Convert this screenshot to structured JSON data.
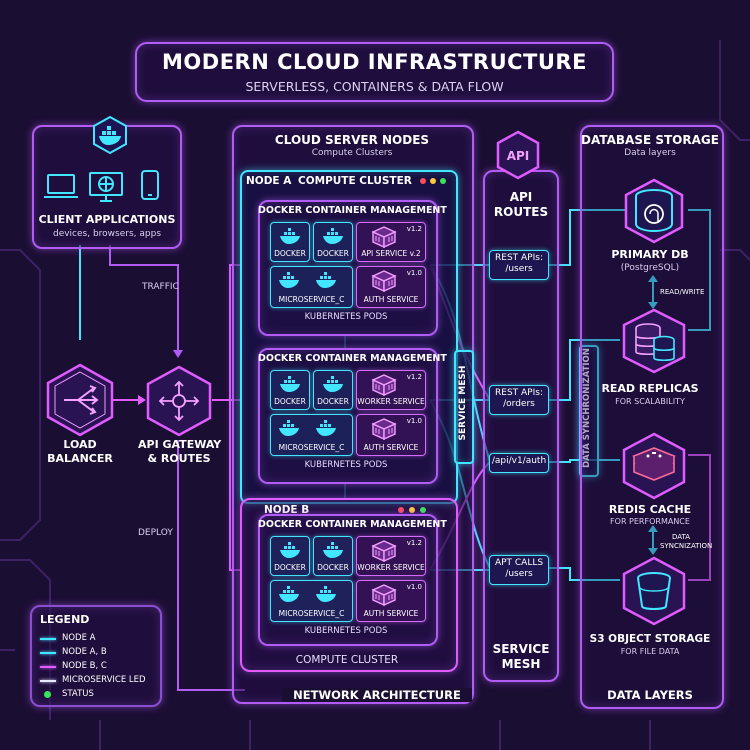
{
  "title": {
    "main": "MODERN CLOUD INFRASTRUCTURE",
    "sub": "SERVERLESS, CONTAINERS & DATA FLOW"
  },
  "client": {
    "title": "CLIENT APPLICATIONS",
    "sub": "devices, browsers, apps"
  },
  "edges": {
    "traffic": "TRAFFIC",
    "deploy": "DEPLOY",
    "read_write": "READ/WRITE",
    "data_sync": "DATA SYNCHRONIZATION",
    "data_sync_small_1": "DATA",
    "data_sync_small_2": "SYNCNIZATION",
    "service_mesh_vertical": "SERVICE MESH"
  },
  "load_balancer": {
    "line1": "LOAD",
    "line2": "BALANCER"
  },
  "api_gateway": {
    "line1": "API GATEWAY",
    "line2": "& ROUTES"
  },
  "cloud_nodes": {
    "title": "CLOUD SERVER NODES",
    "sub": "Compute Clusters",
    "footer": "NETWORK ARCHITECTURE"
  },
  "node_a": {
    "label": "NODE A",
    "cluster": "COMPUTE CLUSTER"
  },
  "node_b": {
    "label": "NODE B",
    "cluster": "COMPUTE CLUSTER"
  },
  "groups": [
    {
      "title": "DOCKER CONTAINER MANAGEMENT",
      "docker1": "DOCKER",
      "docker2": "DOCKER",
      "service_top": "API SERVICE v.2",
      "version_top": "v1.2",
      "micro": "MICROSERVICE_C",
      "service_bottom": "AUTH SERVICE",
      "version_bottom": "v1.0",
      "pods": "KUBERNETES PODS"
    },
    {
      "title": "DOCKER CONTAINER MANAGEMENT",
      "docker1": "DOCKER",
      "docker2": "DOCKER",
      "service_top": "WORKER SERVICE",
      "version_top": "v1.2",
      "micro": "MICROSERVICE_C",
      "service_bottom": "AUTH SERVICE",
      "version_bottom": "v1.0",
      "pods": "KUBERNETES PODS"
    },
    {
      "title": "DOCKER CONTAINER MANAGEMENT",
      "docker1": "DOCKER",
      "docker2": "DOCKER",
      "service_top": "WORKER SERVICE",
      "version_top": "v1.2",
      "micro": "MICROSERVICE_C",
      "service_bottom": "AUTH SERVICE",
      "version_bottom": "v1.0",
      "pods": "KUBERNETES PODS"
    }
  ],
  "api_routes": {
    "badge": "API",
    "title1": "API",
    "title2": "ROUTES",
    "footer1": "SERVICE",
    "footer2": "MESH",
    "routes": [
      {
        "line1": "REST APIs:",
        "line2": "/users"
      },
      {
        "line1": "REST APIs:",
        "line2": "/orders"
      },
      {
        "line1": "/api/v1/auth",
        "line2": ""
      },
      {
        "line1": "APT CALLS",
        "line2": "/users"
      }
    ]
  },
  "database": {
    "title": "DATABASE STORAGE",
    "sub": "Data layers",
    "footer": "DATA LAYERS",
    "primary": {
      "name": "PRIMARY DB",
      "sub": "(PostgreSQL)"
    },
    "replicas": {
      "name": "READ REPLICAS",
      "sub": "FOR SCALABILITY"
    },
    "redis": {
      "name": "REDIS CACHE",
      "sub": "FOR PERFORMANCE"
    },
    "s3": {
      "name": "S3 OBJECT STORAGE",
      "sub": "FOR FILE DATA"
    }
  },
  "legend": {
    "title": "LEGEND",
    "items": [
      {
        "label": "NODE A",
        "color": "#43e6ff"
      },
      {
        "label": "NODE A, B",
        "color": "#43e6ff"
      },
      {
        "label": "NODE B, C",
        "color": "#e05cff"
      },
      {
        "label": "MICROSERVICE LED",
        "color": "#e8e8ff"
      },
      {
        "label": "STATUS",
        "color": "#39e35a"
      }
    ]
  },
  "colors": {
    "cyan": "#43e6ff",
    "purple": "#b05cf5",
    "magenta": "#e05cff",
    "background": "#1b0e33"
  }
}
